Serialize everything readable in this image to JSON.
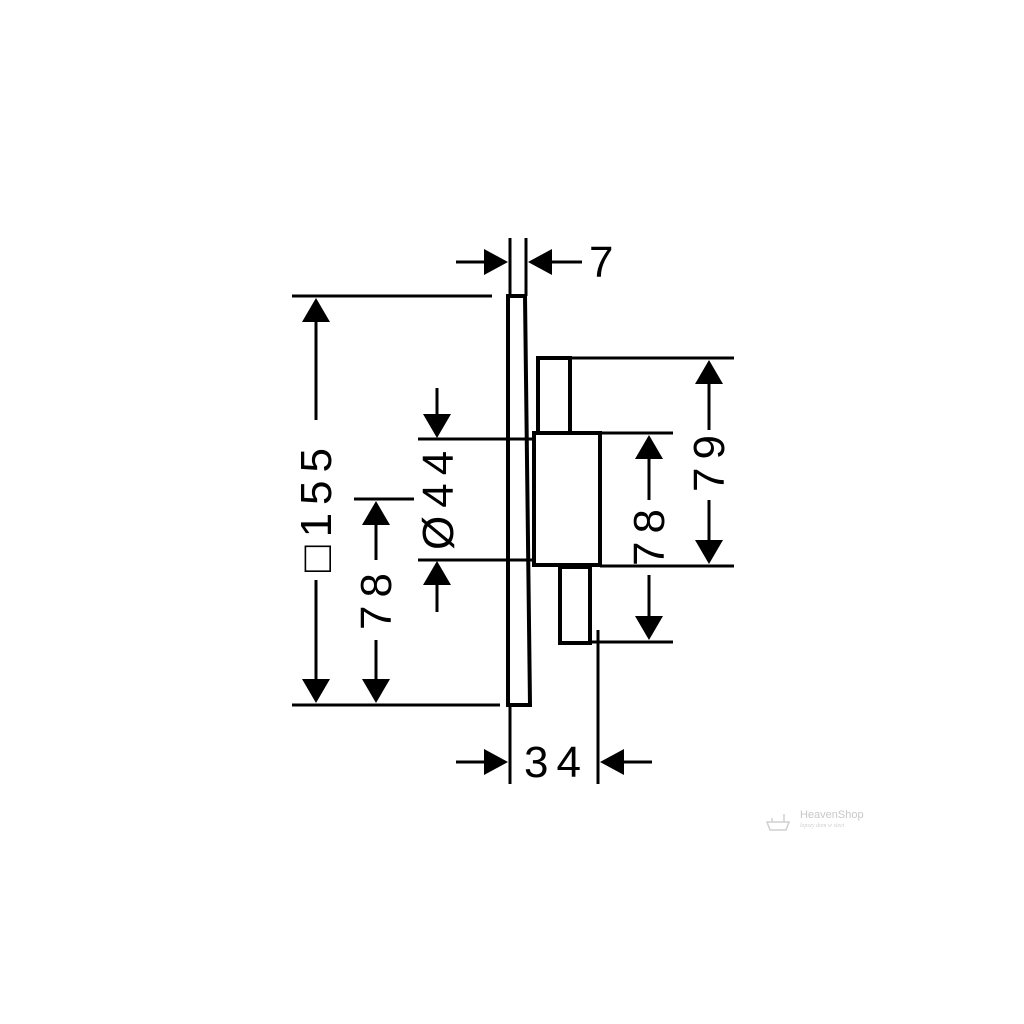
{
  "dimensions": {
    "plate_thickness": "7",
    "total_depth": "34",
    "plate_square": "□155",
    "left_half_height": "78",
    "diameter": "Ø44",
    "right_inner_height": "78",
    "right_upper_height": "79"
  },
  "watermark": {
    "name": "HeavenShop",
    "tagline": "lepszy dom w sieci"
  },
  "colors": {
    "line": "#000000",
    "background": "#ffffff",
    "watermark": "#c8c8c8"
  }
}
